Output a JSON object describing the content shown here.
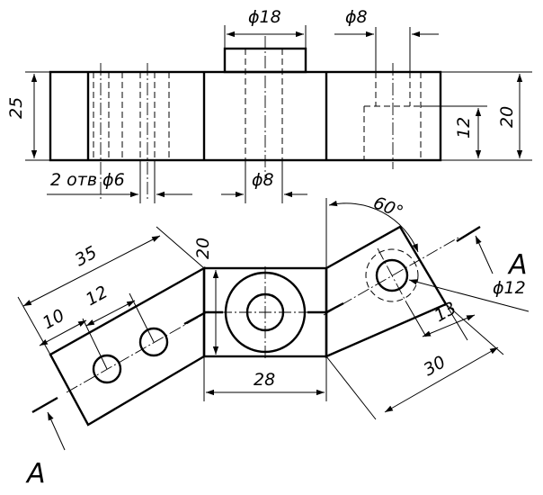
{
  "front_view": {
    "dim_boss_diameter": "ϕ18",
    "dim_hole_diameter_top": "ϕ8",
    "dim_height_total": "25",
    "dim_height_right": "20",
    "dim_depth": "12",
    "dim_holes_left": "2 отв ϕ6",
    "dim_hole_center": "ϕ8"
  },
  "top_view": {
    "dim_length_left": "35",
    "dim_spacing": "12",
    "dim_edge": "10",
    "dim_width": "20",
    "dim_angle": "60°",
    "dim_center_width": "28",
    "dim_hole_right": "ϕ12",
    "dim_offset": "13",
    "dim_length_right": "30",
    "section_label_right": "A",
    "section_label_left": "A"
  }
}
